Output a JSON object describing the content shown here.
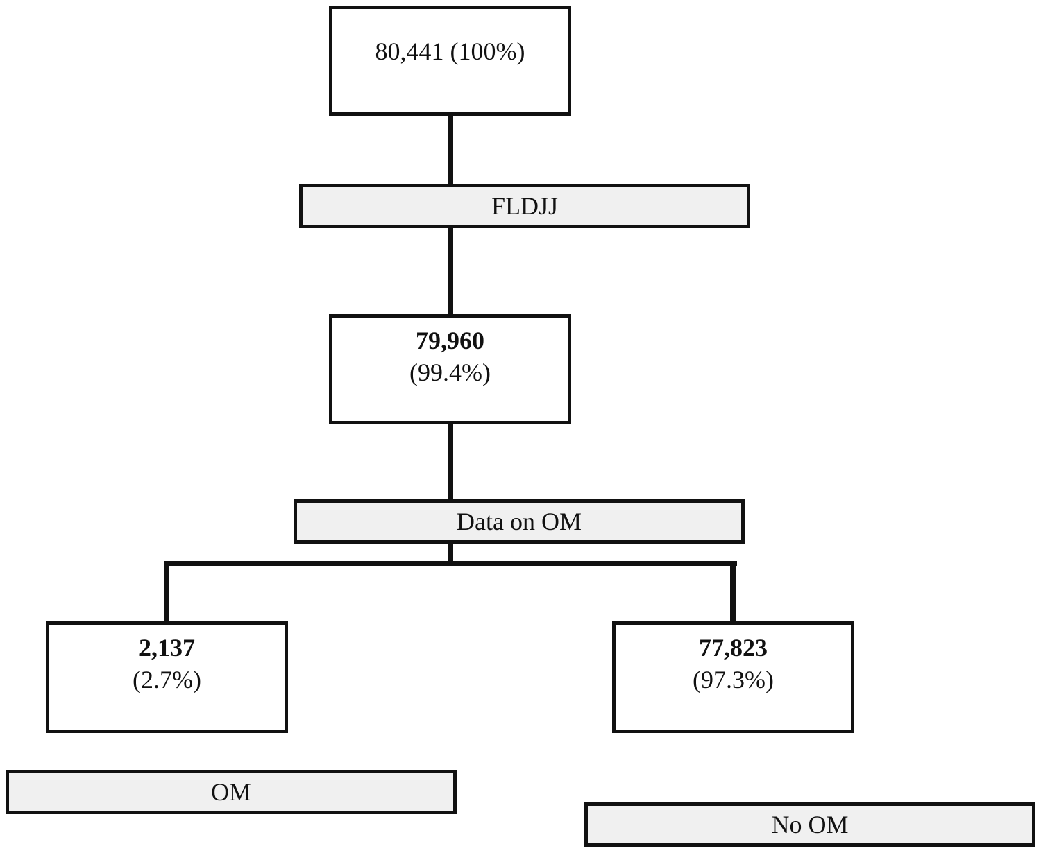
{
  "nodes": {
    "root": {
      "text": "80,441 (100%)"
    },
    "step1": {
      "label": "FLDJJ"
    },
    "mid": {
      "count": "79,960",
      "percent": "(99.4%)"
    },
    "step2": {
      "label": "Data on OM"
    },
    "left": {
      "count": "2,137",
      "percent": "(2.7%)",
      "label": "OM"
    },
    "right": {
      "count": "77,823",
      "percent": "(97.3%)",
      "label": "No OM"
    }
  },
  "colors": {
    "stroke": "#111111",
    "label_fill": "#f0f0f0",
    "box_fill": "#ffffff"
  }
}
